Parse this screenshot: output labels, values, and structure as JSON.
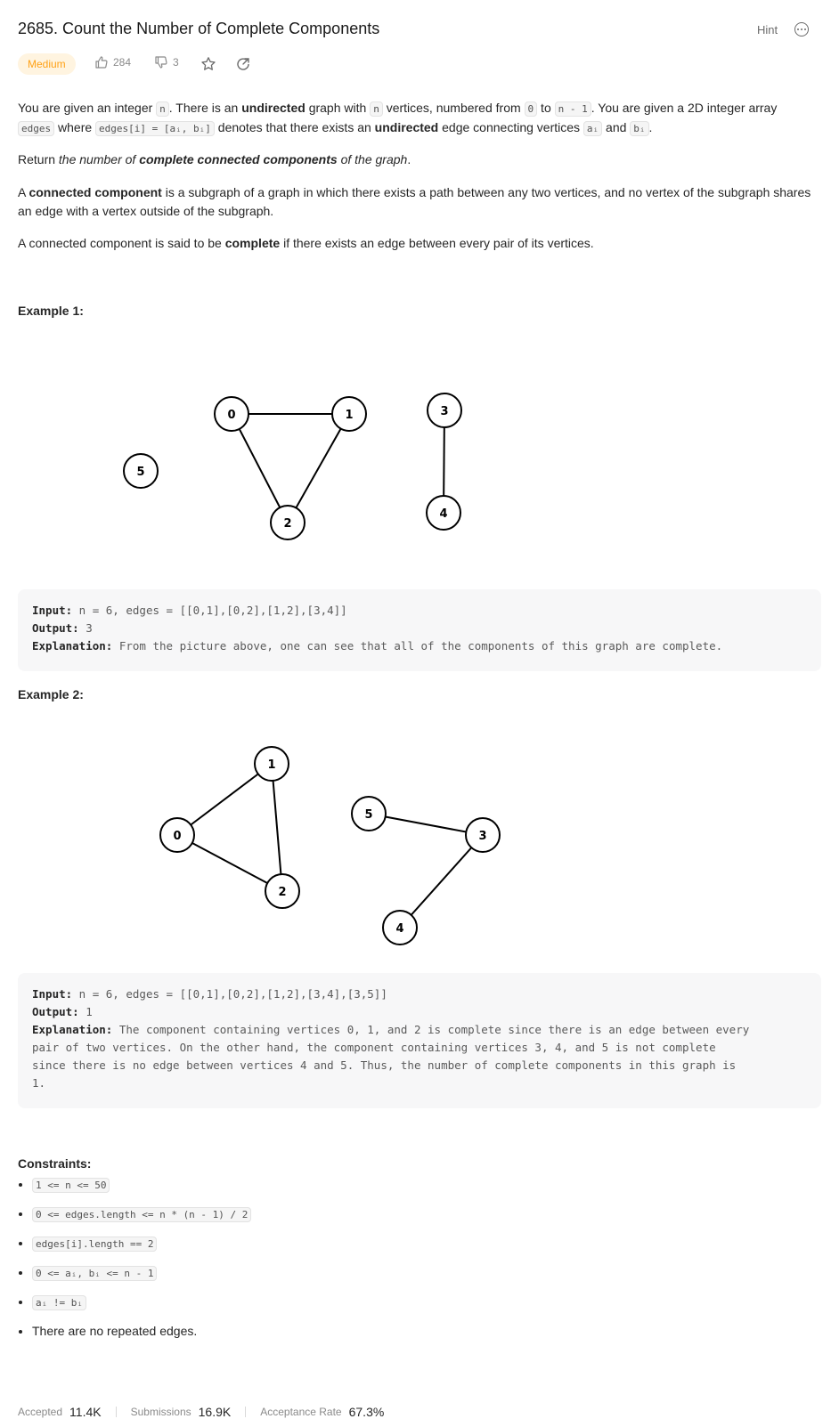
{
  "header": {
    "title": "2685. Count the Number of Complete Components",
    "hint_label": "Hint",
    "difficulty": "Medium",
    "likes": "284",
    "dislikes": "3"
  },
  "description": {
    "p1_a": "You are given an integer ",
    "p1_n": "n",
    "p1_b": ". There is an ",
    "p1_undirected": "undirected",
    "p1_c": " graph with ",
    "p1_n2": "n",
    "p1_d": " vertices, numbered from ",
    "p1_zero": "0",
    "p1_e": " to ",
    "p1_nm1": "n - 1",
    "p1_f": ". You are given a 2D integer array ",
    "p1_edges": "edges",
    "p1_g": " where ",
    "p1_edgesi": "edges[i] = [aᵢ, bᵢ]",
    "p1_h": " denotes that there exists an ",
    "p1_undirected2": "undirected",
    "p1_i": " edge connecting vertices ",
    "p1_ai": "aᵢ",
    "p1_j": " and ",
    "p1_bi": "bᵢ",
    "p1_k": ".",
    "p2_a": "Return ",
    "p2_b": "the number of ",
    "p2_c": "complete connected components",
    "p2_d": " of the graph",
    "p2_e": ".",
    "p3_a": "A ",
    "p3_b": "connected component",
    "p3_c": " is a subgraph of a graph in which there exists a path between any two vertices, and no vertex of the subgraph shares an edge with a vertex outside of the subgraph.",
    "p4_a": "A connected component is said to be ",
    "p4_b": "complete",
    "p4_c": " if there exists an edge between every pair of its vertices."
  },
  "example1": {
    "heading": "Example 1:",
    "nodes": [
      "0",
      "1",
      "2",
      "3",
      "4",
      "5"
    ],
    "input_label": "Input:",
    "input": " n = 6, edges = [[0,1],[0,2],[1,2],[3,4]]",
    "output_label": "Output:",
    "output": " 3",
    "explanation_label": "Explanation:",
    "explanation": " From the picture above, one can see that all of the components of this graph are complete."
  },
  "example2": {
    "heading": "Example 2:",
    "nodes": [
      "0",
      "1",
      "2",
      "3",
      "4",
      "5"
    ],
    "input_label": "Input:",
    "input": " n = 6, edges = [[0,1],[0,2],[1,2],[3,4],[3,5]]",
    "output_label": "Output:",
    "output": " 1",
    "explanation_label": "Explanation:",
    "explanation_l1": " The component containing vertices 0, 1, and 2 is complete since there is an edge between every",
    "explanation_l2": "pair of two vertices. On the other hand, the component containing vertices 3, 4, and 5 is not complete",
    "explanation_l3": "since there is no edge between vertices 4 and 5. Thus, the number of complete components in this graph is",
    "explanation_l4": "1."
  },
  "constraints": {
    "heading": "Constraints:",
    "items": [
      "1 <= n <= 50",
      "0 <= edges.length <= n * (n - 1) / 2",
      "edges[i].length == 2",
      "0 <= aᵢ, bᵢ <= n - 1",
      "aᵢ != bᵢ"
    ],
    "last_item": "There are no repeated edges."
  },
  "footer": {
    "accepted_label": "Accepted",
    "accepted": "11.4K",
    "submissions_label": "Submissions",
    "submissions": "16.9K",
    "rate_label": "Acceptance Rate",
    "rate": "67.3%"
  },
  "icons": {
    "like": "thumbs-up-icon",
    "dislike": "thumbs-down-icon",
    "star": "star-icon",
    "share": "share-icon",
    "more": "more-icon"
  },
  "colors": {
    "difficulty_text": "#ffa116",
    "difficulty_bg": "#fff4e0"
  }
}
